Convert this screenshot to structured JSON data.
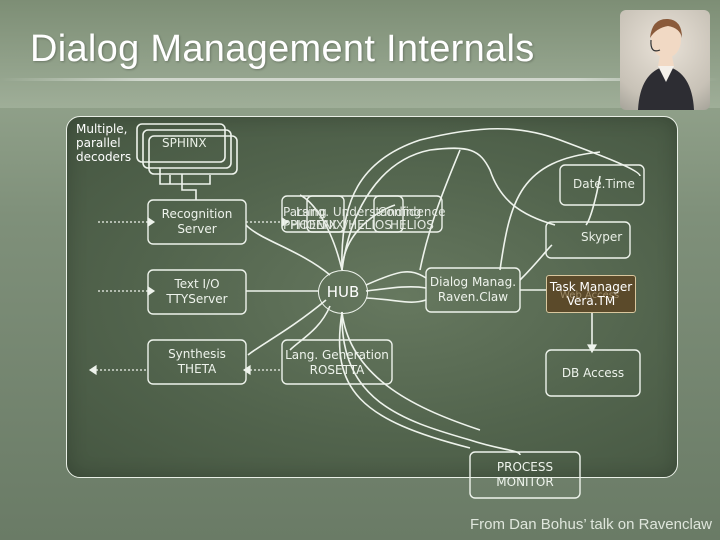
{
  "slide": {
    "title": "Dialog Management Internals",
    "credit": "From Dan Bohus’ talk on Ravenclaw"
  },
  "components": {
    "decoders_label_1": "Multiple,",
    "decoders_label_2": "parallel",
    "decoders_label_3": "decoders",
    "sphinx": "SPHINX",
    "datetime": "Date.Time",
    "skyper": "Skyper",
    "recognition_1": "Recognition",
    "recognition_2": "Server",
    "parsing_1": "Parsing",
    "parsing_2": "PHOENIX",
    "understanding_1": "Lang. Understanding",
    "understanding_2": "PHOENIX/HELIOS",
    "confidence_1": "Confidence",
    "confidence_2": "HELIOS",
    "textio_1": "Text I/O",
    "textio_2": "TTYServer",
    "hub": "HUB",
    "dialog_1": "Dialog Manag.",
    "dialog_2": "Raven.Claw",
    "task_1": "Task Manager",
    "task_2": "Vera.TM",
    "task_ghost": "Web Access",
    "synthesis_1": "Synthesis",
    "synthesis_2": "THETA",
    "generation_1": "Lang. Generation",
    "generation_2": "ROSETTA",
    "db": "DB Access",
    "monitor_1": "PROCESS",
    "monitor_2": "MONITOR"
  },
  "colors": {
    "task_fill": "#5b4a2a",
    "panel": "#52644d",
    "line": "#eef3ec"
  }
}
